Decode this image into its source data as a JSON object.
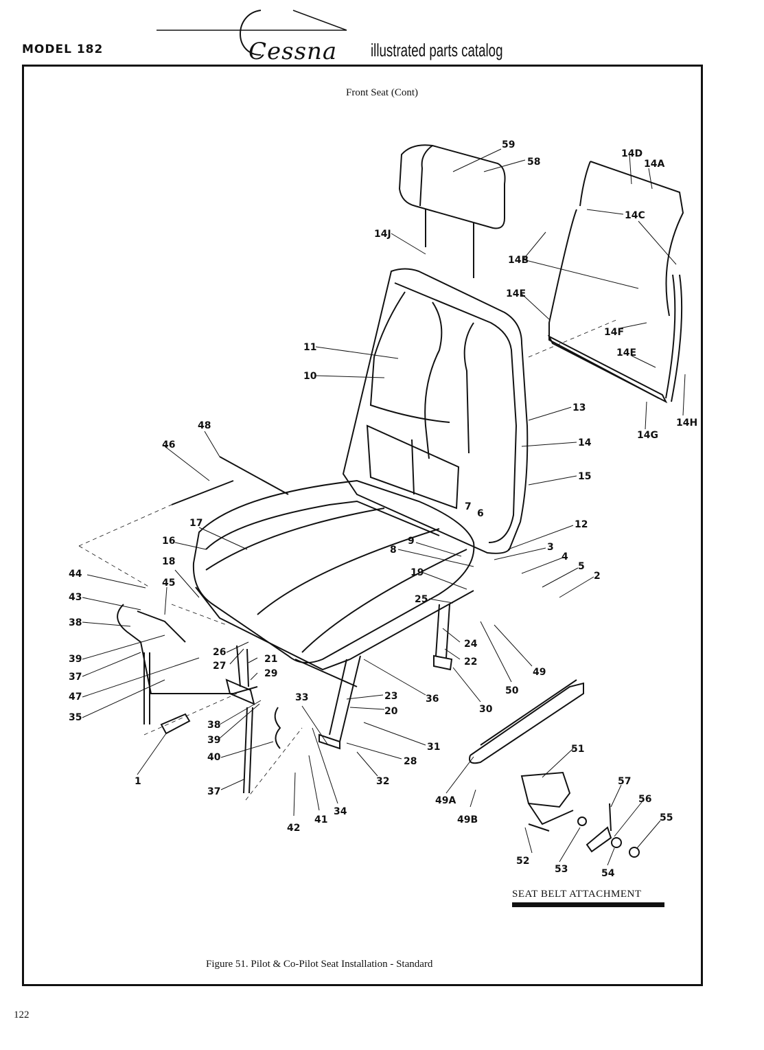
{
  "header": {
    "model": "MODEL 182",
    "brand": "Cessna",
    "subtitle": "illustrated parts catalog"
  },
  "figure": {
    "heading": "Front Seat (Cont)",
    "caption": "Figure 51.   Pilot & Co-Pilot Seat Installation - Standard",
    "inset_title": "SEAT BELT ATTACHMENT",
    "page_number": "122",
    "callouts": [
      "59",
      "58",
      "14D",
      "14A",
      "14J",
      "14C",
      "14B",
      "14E",
      "14F",
      "14E",
      "14H",
      "14G",
      "11",
      "10",
      "13",
      "14",
      "15",
      "48",
      "46",
      "7",
      "6",
      "12",
      "17",
      "16",
      "9",
      "3",
      "4",
      "5",
      "2",
      "8",
      "18",
      "19",
      "44",
      "45",
      "25",
      "43",
      "38",
      "39",
      "37",
      "47",
      "35",
      "26",
      "27",
      "21",
      "29",
      "24",
      "22",
      "49",
      "50",
      "30",
      "23",
      "36",
      "33",
      "20",
      "31",
      "28",
      "38",
      "39",
      "40",
      "1",
      "37",
      "32",
      "42",
      "41",
      "34",
      "49A",
      "49B",
      "51",
      "57",
      "56",
      "55",
      "52",
      "53",
      "54"
    ]
  }
}
